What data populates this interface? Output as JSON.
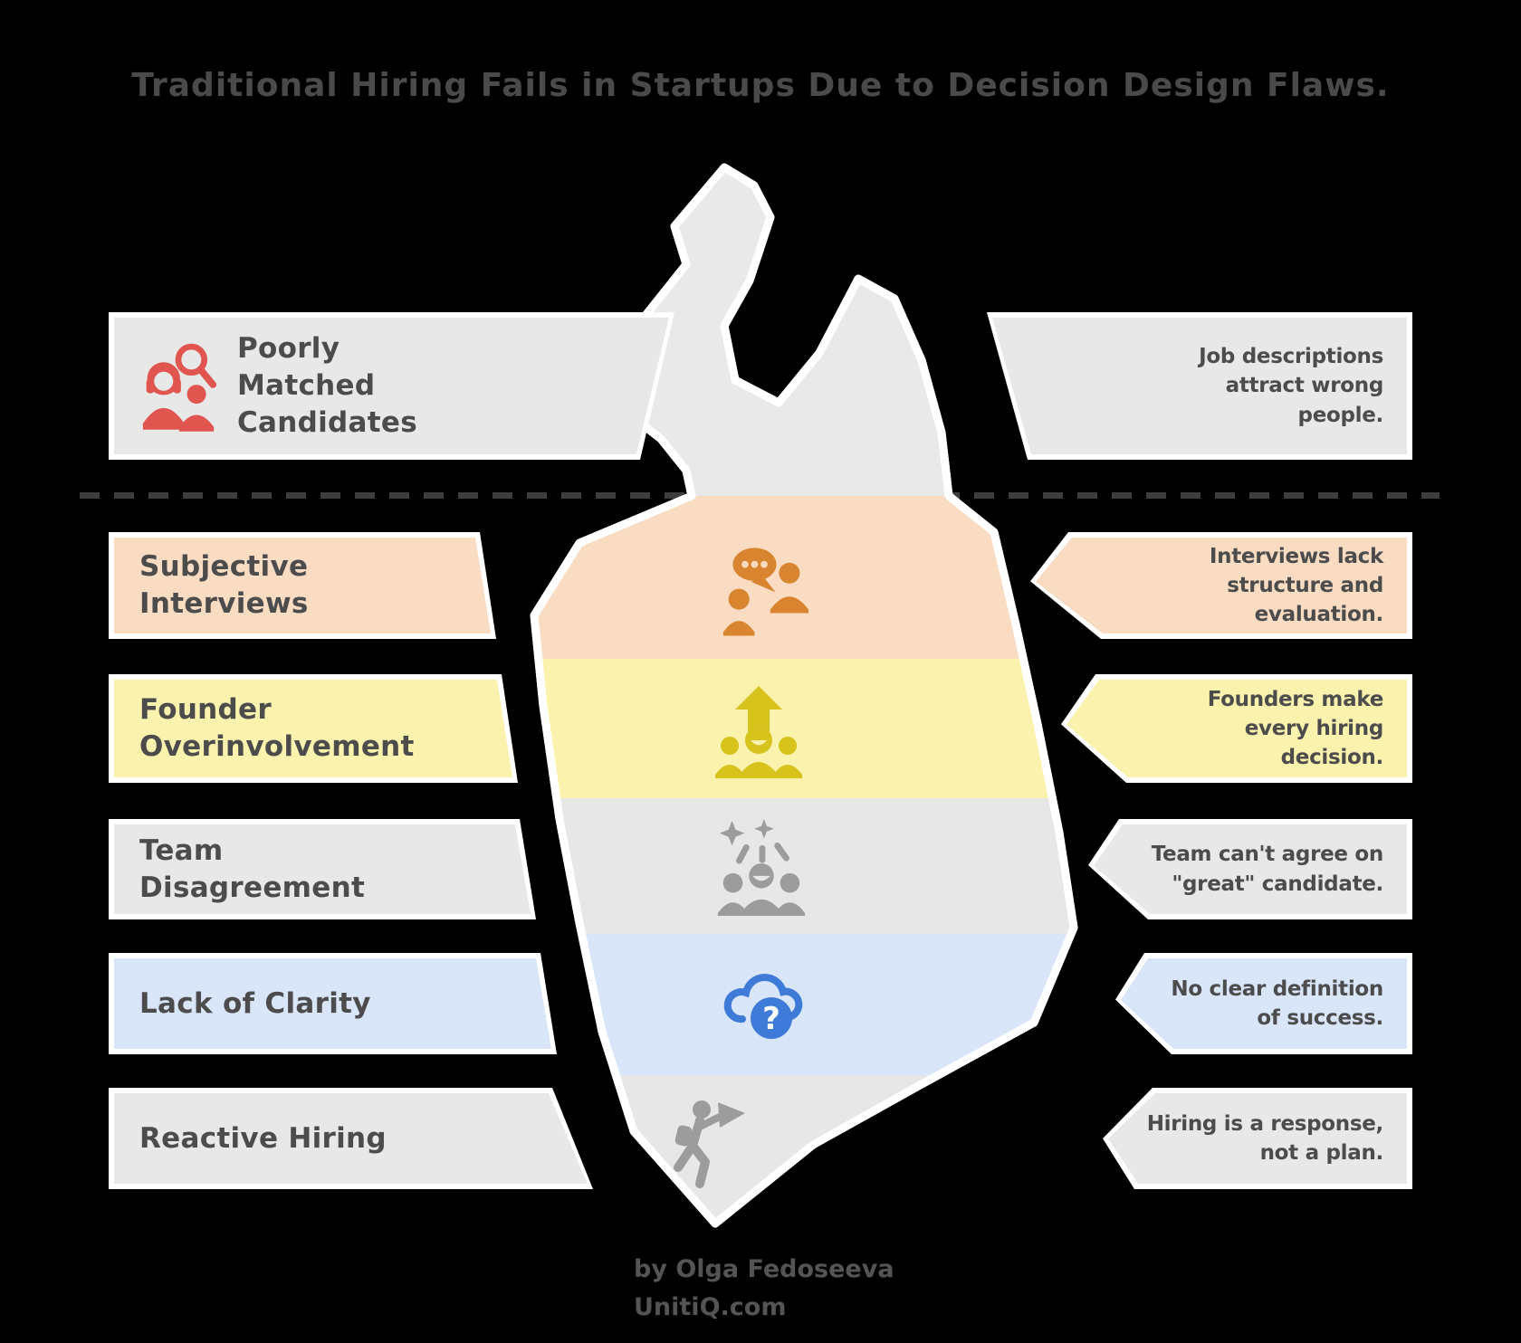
{
  "title": "Traditional Hiring Fails in Startups Due to Decision Design Flaws.",
  "rows": [
    {
      "label": "Poorly\nMatched\nCandidates",
      "description": "Job descriptions\nattract wrong\npeople.",
      "band_color": "#e8e8e8",
      "icon": "people-search-icon",
      "icon_color": "#e0564f"
    },
    {
      "label": "Subjective\nInterviews",
      "description": "Interviews lack\nstructure and\nevaluation.",
      "band_color": "#fadcc2",
      "icon": "interview-chat-icon",
      "icon_color": "#d9842f"
    },
    {
      "label": "Founder\nOverinvolvement",
      "description": "Founders make\nevery hiring\ndecision.",
      "band_color": "#fbf2ae",
      "icon": "leader-arrow-icon",
      "icon_color": "#d8c31d"
    },
    {
      "label": "Team\nDisagreement",
      "description": "Team can't agree on\n\"great\" candidate.",
      "band_color": "#e8e8e8",
      "icon": "team-sparkle-icon",
      "icon_color": "#9c9c9c"
    },
    {
      "label": "Lack of Clarity",
      "description": "No clear definition\nof success.",
      "band_color": "#d9e6fa",
      "icon": "cloud-question-icon",
      "icon_color": "#3e7bd9"
    },
    {
      "label": "Reactive Hiring",
      "description": "Hiring is a response,\nnot a plan.",
      "band_color": "#e8e8e8",
      "icon": "runner-flag-icon",
      "icon_color": "#9c9c9c"
    }
  ],
  "footer": {
    "byline": "by Olga Fedoseeva",
    "website": "UnitiQ.com"
  },
  "colors": {
    "background": "#000000",
    "iceberg_above_water": "#e9e9e9",
    "iceberg_outline": "#ffffff",
    "text": "#4c4c4c",
    "waterline": "#3d3d3d"
  }
}
